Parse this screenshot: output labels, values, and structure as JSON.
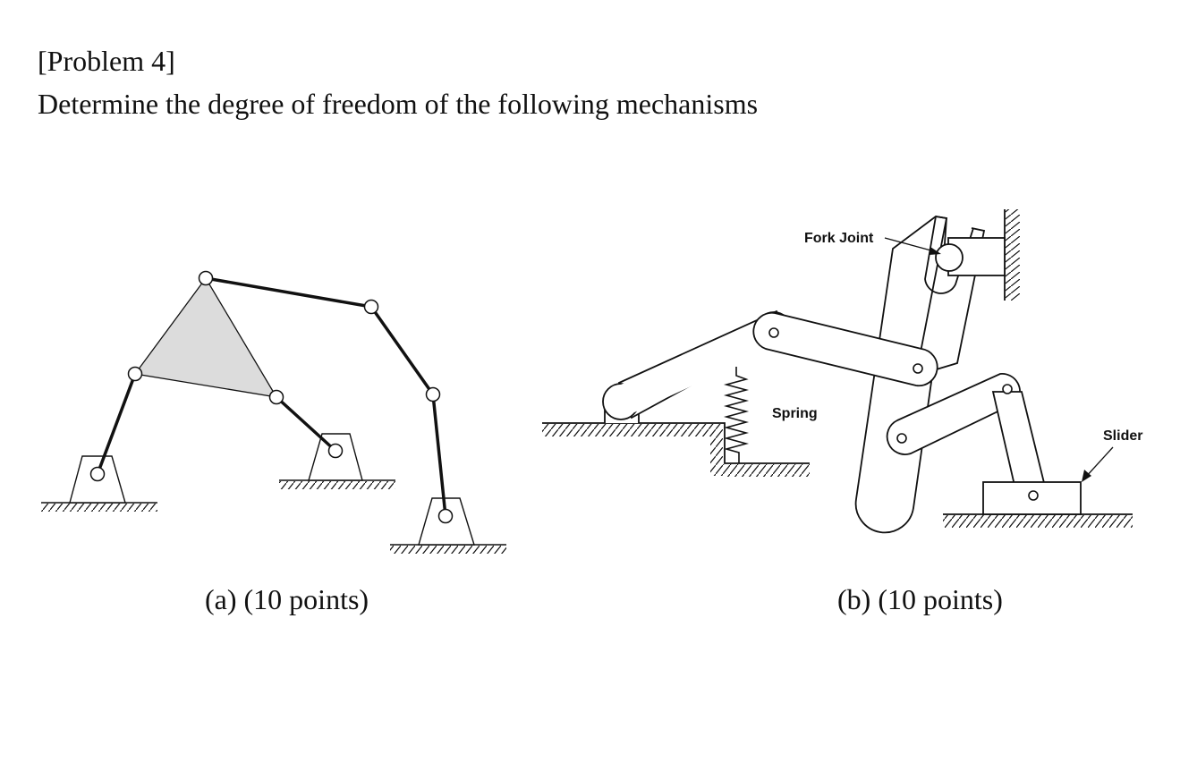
{
  "header": {
    "title": "[Problem 4]",
    "instruction": "Determine the degree of freedom of the following mechanisms"
  },
  "figure_a": {
    "caption": "(a) (10 points)"
  },
  "figure_b": {
    "caption": "(b) (10 points)",
    "labels": {
      "fork_joint": "Fork Joint",
      "spring": "Spring",
      "slider": "Slider"
    }
  },
  "colors": {
    "link": "#111111",
    "plate_fill": "#dcdcdc",
    "background": "#ffffff"
  }
}
